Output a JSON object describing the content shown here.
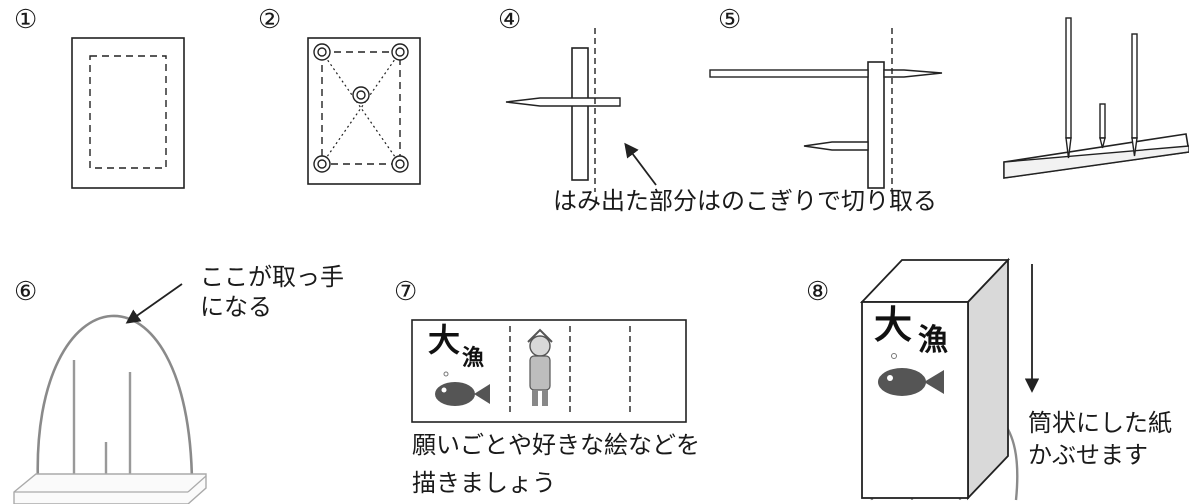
{
  "step_labels": [
    "①",
    "②",
    "④",
    "⑤",
    "⑥",
    "⑦",
    "⑧"
  ],
  "notes": {
    "saw_off": "はみ出た部分はのこぎりで切り取る",
    "handle_line1": "ここが取っ手",
    "handle_line2": "になる",
    "draw_line1": "願いごとや好きな絵などを",
    "draw_line2": "描きましょう",
    "cover_line1": "筒状にした紙",
    "cover_line2": "かぶせます"
  },
  "banner": {
    "char_big": "大",
    "char_small": "漁"
  },
  "colors": {
    "line": "#222222",
    "arch": "#8a8a8a",
    "fish": "#555555"
  }
}
